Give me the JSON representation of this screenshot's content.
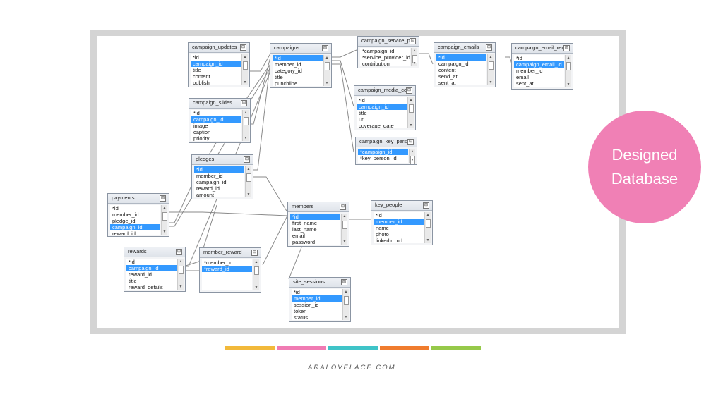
{
  "badge": {
    "line1": "Designed",
    "line2": "Database",
    "color": "#f080b5"
  },
  "footer": {
    "site": "ARALOVELACE.COM",
    "colors": [
      "#f2b93a",
      "#f07bb3",
      "#3fc4c8",
      "#f07c2e",
      "#96c94a"
    ]
  },
  "toggle_glyph": "⊟",
  "tables": [
    {
      "id": "campaign_updates",
      "name": "campaign_updates",
      "fields": [
        "*id",
        "campaign_id",
        "title",
        "content",
        "publish"
      ],
      "selected": 1
    },
    {
      "id": "campaign_slides",
      "name": "campaign_slides",
      "fields": [
        "*id",
        "campaign_id",
        "image",
        "caption",
        "priority"
      ],
      "selected": 1
    },
    {
      "id": "campaigns",
      "name": "campaigns",
      "fields": [
        "*id",
        "member_id",
        "category_id",
        "title",
        "punchline"
      ],
      "selected": 0
    },
    {
      "id": "campaign_service_providers",
      "name": "campaign_service_pr...",
      "fields": [
        "*campaign_id",
        "*service_provider_id",
        "contribution"
      ],
      "selected": -1
    },
    {
      "id": "campaign_media_coverage",
      "name": "campaign_media_co...",
      "fields": [
        "*id",
        "campaign_id",
        "title",
        "url",
        "coverage_date"
      ],
      "selected": 1
    },
    {
      "id": "campaign_key_person",
      "name": "campaign_key_person",
      "fields": [
        "*campaign_id",
        "*key_person_id"
      ],
      "selected": 0
    },
    {
      "id": "campaign_emails",
      "name": "campaign_emails",
      "fields": [
        "*id",
        "campaign_id",
        "content",
        "send_at",
        "sent_at"
      ],
      "selected": 0
    },
    {
      "id": "campaign_email_recipients",
      "name": "campaign_email_rec...",
      "fields": [
        "*id",
        "campaign_email_id",
        "member_id",
        "email",
        "sent_at"
      ],
      "selected": 1
    },
    {
      "id": "pledges",
      "name": "pledges",
      "fields": [
        "*id",
        "member_id",
        "campaign_id",
        "reward_id",
        "amount"
      ],
      "selected": 0
    },
    {
      "id": "payments",
      "name": "payments",
      "fields": [
        "*id",
        "member_id",
        "pledge_id",
        "campaign_id",
        "reward_id"
      ],
      "selected": 3
    },
    {
      "id": "members",
      "name": "members",
      "fields": [
        "*id",
        "first_name",
        "last_name",
        "email",
        "password"
      ],
      "selected": 0
    },
    {
      "id": "key_people",
      "name": "key_people",
      "fields": [
        "*id",
        "member_id",
        "name",
        "photo",
        "linkedin_url"
      ],
      "selected": 1
    },
    {
      "id": "rewards",
      "name": "rewards",
      "fields": [
        "*id",
        "campaign_id",
        "reward_id",
        "title",
        "reward_details"
      ],
      "selected": 1
    },
    {
      "id": "member_reward",
      "name": "member_reward",
      "fields": [
        "*member_id",
        "*reward_id"
      ],
      "selected": 1
    },
    {
      "id": "site_sessions",
      "name": "site_sessions",
      "fields": [
        "*id",
        "member_id",
        "session_id",
        "token",
        "status"
      ],
      "selected": 1
    }
  ]
}
